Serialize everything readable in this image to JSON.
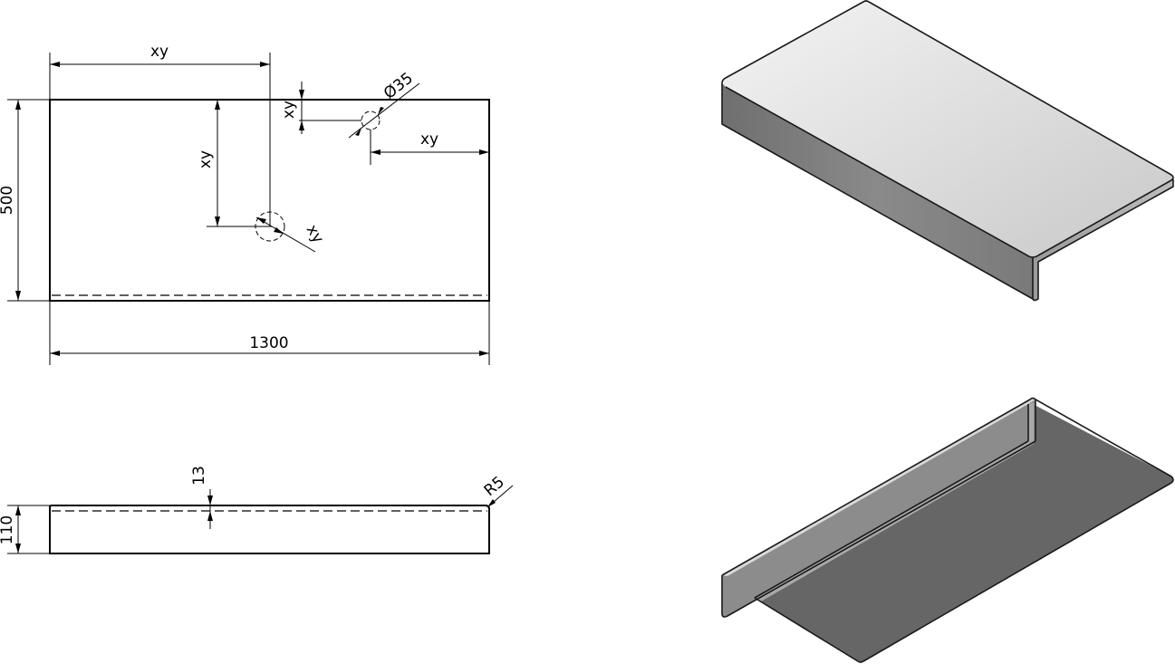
{
  "top_view": {
    "dims": {
      "tap_hole_offset_x": "xy",
      "drain_offset_y": "xy",
      "drain_diameter": "xy",
      "tap_offset_y": "xy",
      "tap_diameter": "Ø35",
      "tap_offset_right": "xy",
      "depth": "500",
      "width": "1300"
    }
  },
  "side_view": {
    "dims": {
      "thickness": "13",
      "height": "110",
      "radius": "R5"
    }
  },
  "colors": {
    "top_surface_light": "#f2f2f2",
    "top_surface_mid": "#d6d6d6",
    "front_face": "#8a8a8a",
    "underside": "#666666",
    "edge": "#1a1a1a"
  }
}
